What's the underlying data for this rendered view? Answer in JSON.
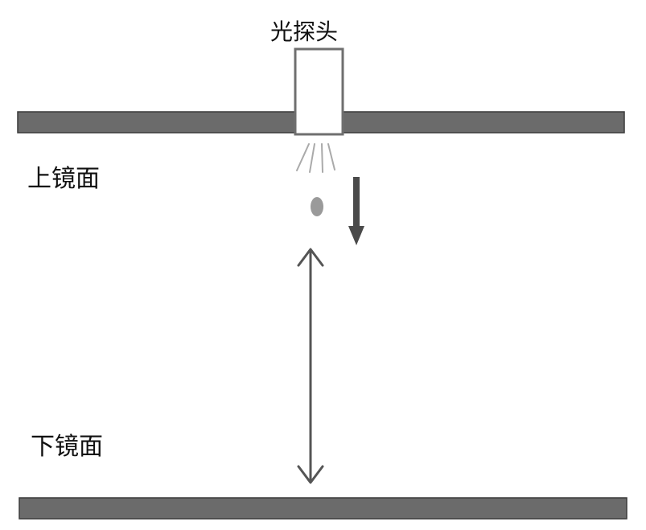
{
  "labels": {
    "probe": "光探头",
    "upper_mirror": "上镜面",
    "lower_mirror": "下镜面"
  },
  "colors": {
    "mirror_fill": "#6b6b6b",
    "mirror_stroke": "#3a3a3a",
    "probe_fill": "#ffffff",
    "probe_stroke": "#6f6f6f",
    "light_ray": "#aaaaaa",
    "particle": "#9a9a9a",
    "arrow": "#4a4a4a",
    "double_arrow": "#555555"
  }
}
